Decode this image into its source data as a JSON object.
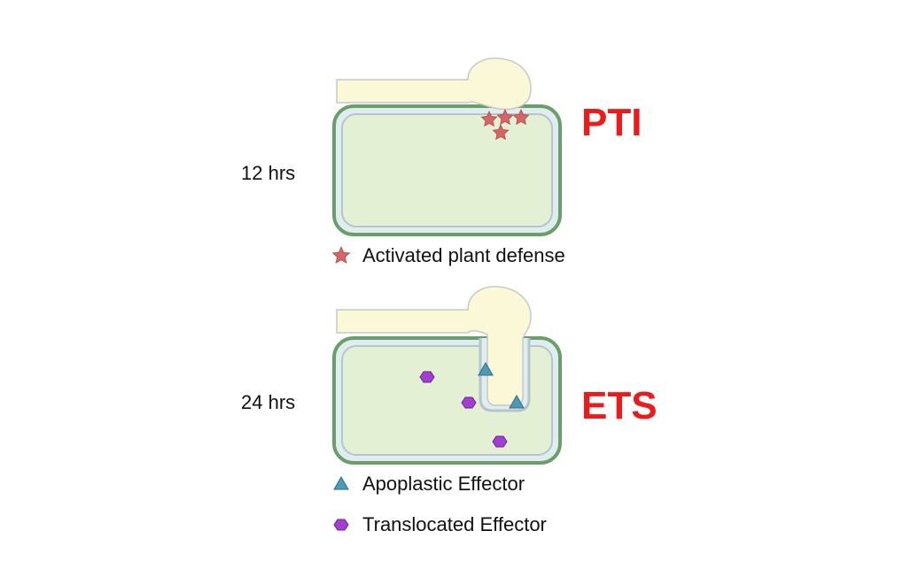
{
  "panels": [
    {
      "time_label": "12 hrs",
      "stage_label": "PTI"
    },
    {
      "time_label": "24 hrs",
      "stage_label": "ETS"
    }
  ],
  "legend": {
    "activated_defense": "Activated plant defense",
    "apoplastic_effector": "Apoplastic Effector",
    "translocated_effector": "Translocated Effector"
  },
  "colors": {
    "stage_label": "#e81c1c",
    "cell_wall": "#6a9f6a",
    "cell_fill": "#e4f0d4",
    "membrane": "#dfecf0",
    "hypha": "#fbf8d8",
    "hypha_outline": "#b8b8b8",
    "defense_star": "#d66565",
    "apoplastic_marker": "#4b9ab8",
    "translocated_marker": "#a23fd1"
  }
}
